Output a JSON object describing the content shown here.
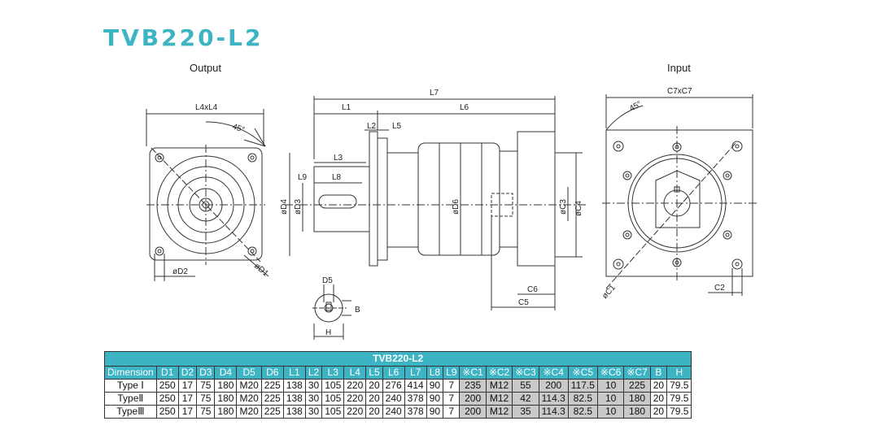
{
  "title": "TVB220-L2",
  "views": {
    "output_label": "Output",
    "input_label": "Input"
  },
  "drawing_labels": {
    "l4xl4": "L4xL4",
    "angle_out": "45°",
    "d1": "øD1",
    "d2": "øD2",
    "l7": "L7",
    "l1": "L1",
    "l6": "L6",
    "l2": "L2",
    "l5": "L5",
    "l3": "L3",
    "l9": "L9",
    "l8": "L8",
    "d4": "øD4",
    "d3": "øD3",
    "d6": "øD6",
    "c3": "øC3",
    "c4": "øC4",
    "c6": "C6",
    "c5": "C5",
    "d5": "D5",
    "b": "B",
    "h": "H",
    "c7xc7": "C7xC7",
    "angle_in": "45°",
    "c1": "øC1",
    "c2": "C2"
  },
  "table": {
    "caption": "TVB220-L2",
    "headers": [
      "Dimension",
      "D1",
      "D2",
      "D3",
      "D4",
      "D5",
      "D6",
      "L1",
      "L2",
      "L3",
      "L4",
      "L5",
      "L6",
      "L7",
      "L8",
      "L9",
      "※C1",
      "※C2",
      "※C3",
      "※C4",
      "※C5",
      "※C6",
      "※C7",
      "B",
      "H"
    ],
    "rows": [
      [
        "Type Ⅰ",
        "250",
        "17",
        "75",
        "180",
        "M20",
        "225",
        "138",
        "30",
        "105",
        "220",
        "20",
        "276",
        "414",
        "90",
        "7",
        "235",
        "M12",
        "55",
        "200",
        "117.5",
        "10",
        "225",
        "20",
        "79.5"
      ],
      [
        "TypeⅡ",
        "250",
        "17",
        "75",
        "180",
        "M20",
        "225",
        "138",
        "30",
        "105",
        "220",
        "20",
        "240",
        "378",
        "90",
        "7",
        "200",
        "M12",
        "42",
        "114.3",
        "82.5",
        "10",
        "180",
        "20",
        "79.5"
      ],
      [
        "TypeⅢ",
        "250",
        "17",
        "75",
        "180",
        "M20",
        "225",
        "138",
        "30",
        "105",
        "220",
        "20",
        "240",
        "378",
        "90",
        "7",
        "200",
        "M12",
        "35",
        "114.3",
        "82.5",
        "10",
        "180",
        "20",
        "79.5"
      ]
    ]
  },
  "colors": {
    "accent": "#3cb4c4",
    "shaded": "#c9c9c9",
    "line": "#333333"
  }
}
